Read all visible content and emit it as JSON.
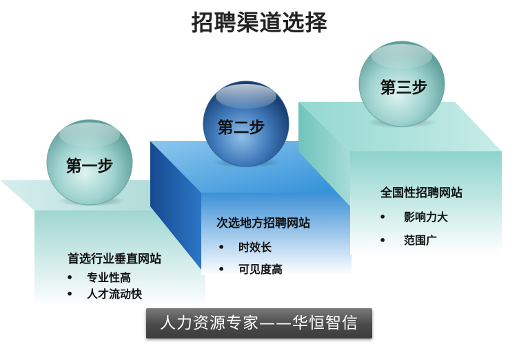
{
  "title": "招聘渠道选择",
  "steps": [
    {
      "label": "第一步",
      "heading": "首选行业垂直网站",
      "bullets": [
        "专业性高",
        "人才流动快"
      ]
    },
    {
      "label": "第二步",
      "heading": "次选地方招聘网站",
      "bullets": [
        "时效长",
        "可见度高"
      ]
    },
    {
      "label": "第三步",
      "heading": "全国性招聘网站",
      "bullets": [
        "影响力大",
        "范围广"
      ]
    }
  ],
  "bullet_symbol": "•",
  "footer": "人力资源专家——华恒智信",
  "colors": {
    "step1": "#bfe3e1",
    "step2": "#2f6fbf",
    "step3": "#a9ded8",
    "orb_mint": "#8fcfcb",
    "orb_blue": "#3d73b4"
  }
}
